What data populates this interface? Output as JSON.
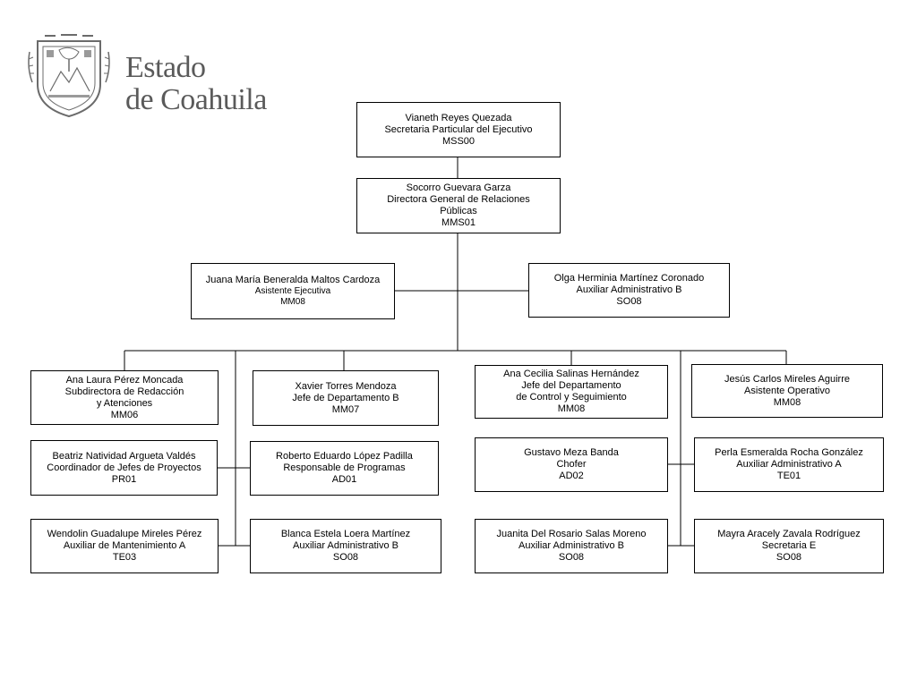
{
  "header": {
    "brand_line1": "Estado",
    "brand_line2": "de Coahuila",
    "seal_icon": "coat-of-arms-icon"
  },
  "org": {
    "n1": {
      "name": "Vianeth Reyes Quezada",
      "title": "Secretaria Particular del Ejecutivo",
      "code": "MSS00"
    },
    "n2": {
      "name": "Socorro Guevara Garza",
      "title": "Directora General  de Relaciones",
      "title2": "Públicas",
      "code": "MMS01"
    },
    "n3": {
      "name": "Juana María Beneralda Maltos Cardoza",
      "title": "Asistente Ejecutiva",
      "code": "MM08"
    },
    "n4": {
      "name": "Olga Herminia Martínez Coronado",
      "title": "Auxiliar Administrativo B",
      "code": "SO08"
    },
    "c1": [
      {
        "name": "Ana Laura Pérez Moncada",
        "title": "Subdirectora de Redacción",
        "title2": "y Atenciones",
        "code": "MM06"
      },
      {
        "name": "Beatriz  Natividad Argueta Valdés",
        "title": "Coordinador de Jefes de Proyectos",
        "code": "PR01"
      },
      {
        "name": "Wendolin Guadalupe Mireles Pérez",
        "title": "Auxiliar de Mantenimiento A",
        "code": "TE03"
      }
    ],
    "c2": [
      {
        "name": "Xavier Torres Mendoza",
        "title": "Jefe de Departamento B",
        "code": "MM07"
      },
      {
        "name": "Roberto Eduardo López Padilla",
        "title": "Responsable de Programas",
        "code": "AD01"
      },
      {
        "name": "Blanca Estela Loera Martínez",
        "title": "Auxiliar Administrativo B",
        "code": "SO08"
      }
    ],
    "c3": [
      {
        "name": "Ana Cecilia Salinas Hernández",
        "title": "Jefe del Departamento",
        "title2": "de Control  y Seguimiento",
        "code": "MM08"
      },
      {
        "name": "Gustavo Meza Banda",
        "title": "Chofer",
        "code": "AD02"
      },
      {
        "name": "Juanita Del Rosario Salas Moreno",
        "title": "Auxiliar Administrativo B",
        "code": "SO08"
      }
    ],
    "c4": [
      {
        "name": "Jesús Carlos Mireles Aguirre",
        "title": "Asistente Operativo",
        "code": "MM08"
      },
      {
        "name": "Perla Esmeralda Rocha González",
        "title": "Auxiliar Administrativo A",
        "code": "TE01"
      },
      {
        "name": "Mayra Aracely  Zavala Rodríguez",
        "title": "Secretaria E",
        "code": "SO08"
      }
    ]
  }
}
